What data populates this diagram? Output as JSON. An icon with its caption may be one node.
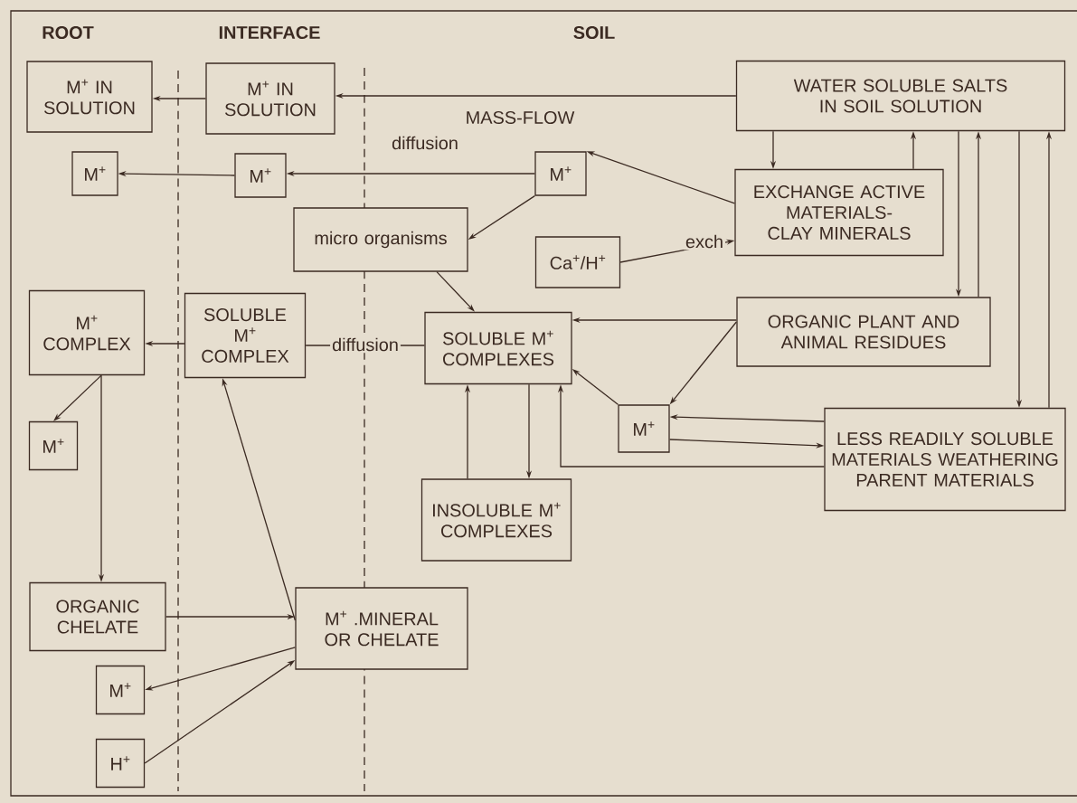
{
  "diagram": {
    "nodes": [
      {
        "text": [
          "M$^{+}$ IN SOLUTION"
        ]
      },
      {
        "text": [
          "M$^{+}$ IN SOLUTION"
        ]
      },
      {
        "text": [
          "WATER SOLUBLE SALTS IN SOIL SOLUTION"
        ]
      },
      {
        "text": [
          "M$^{+}$"
        ]
      },
      {
        "text": [
          "M$^{+}$"
        ]
      },
      {
        "text": [
          "M$^{+}$"
        ]
      },
      {
        "text": [
          "EXCHANGE ACTIVE MATERIALS-CLAY MINERALS"
        ]
      },
      {
        "text": [
          "micro organisms"
        ]
      },
      {
        "text": [
          "Ca$^{+}$/H$^{+}$"
        ]
      },
      {
        "text": [
          "M$^{+}$ COMPLEX"
        ]
      },
      {
        "text": [
          "SOLUBLE M$^{+}$ COMPLEX"
        ]
      },
      {
        "text": [
          "SOLUBLE M$^{+}$ COMPLEXES"
        ]
      },
      {
        "text": [
          "ORGANIC PLANT AND ANIMAL RESIDUES"
        ]
      },
      {
        "text": [
          "M$^{+}$"
        ]
      },
      {
        "text": [
          "M$^{+}$"
        ]
      },
      {
        "text": [
          "LESS READILY SOLUBLE MATERIALS WEATHERING PARENT MATERIALS"
        ]
      },
      {
        "text": [
          "INSOLUBLE M$^{+}$ COMPLEXES"
        ]
      },
      {
        "text": [
          "ORGANIC CHELATE"
        ]
      },
      {
        "text": [
          "M$^{+}$ .MINERAL OR CHELATE"
        ]
      },
      {
        "text": [
          "M$^{+}$"
        ]
      },
      {
        "text": [
          "H$^{+}$"
        ]
      }
    ],
    "edges": [
      {
        "from": 1,
        "to": 0,
        "arrow": "to"
      },
      {
        "from": 2,
        "to": 1,
        "arrow": "to",
        "label": "MASS-FLOW"
      },
      {
        "from": 5,
        "to": 4,
        "arrow": "to",
        "label": "diffusion"
      },
      {
        "from": 4,
        "to": 3,
        "arrow": "to"
      },
      {
        "from": 5,
        "to": 7,
        "arrow": "to"
      },
      {
        "from": 6,
        "to": 5,
        "arrow": "to"
      },
      {
        "from": 8,
        "to": 6,
        "arrow": "to",
        "label": "exch"
      },
      {
        "from": 2,
        "to": 6,
        "arrow": "to"
      },
      {
        "from": 6,
        "to": 2,
        "arrow": "to"
      },
      {
        "from": 2,
        "to": 12,
        "arrow": "to"
      },
      {
        "from": 12,
        "to": 2,
        "arrow": "to"
      },
      {
        "from": 2,
        "to": 15,
        "arrow": "to"
      },
      {
        "from": 15,
        "to": 2,
        "arrow": "to"
      },
      {
        "from": 7,
        "to": 11,
        "arrow": "to"
      },
      {
        "from": 11,
        "to": 10,
        "arrow": "none",
        "label": "diffusion"
      },
      {
        "from": 10,
        "to": 9,
        "arrow": "to"
      },
      {
        "from": 12,
        "to": 11,
        "arrow": "to"
      },
      {
        "from": 12,
        "to": 14,
        "arrow": "to"
      },
      {
        "from": 14,
        "to": 11,
        "arrow": "to"
      },
      {
        "from": 15,
        "to": 14,
        "arrow": "to"
      },
      {
        "from": 14,
        "to": 15,
        "arrow": "to"
      },
      {
        "from": 15,
        "to": 11,
        "arrow": "to"
      },
      {
        "from": 16,
        "to": 11,
        "arrow": "to"
      },
      {
        "from": 11,
        "to": 16,
        "arrow": "to"
      },
      {
        "from": 9,
        "to": 13,
        "arrow": "to"
      },
      {
        "from": 9,
        "to": 17,
        "arrow": "to"
      },
      {
        "from": 17,
        "to": 18,
        "arrow": "to"
      },
      {
        "from": 18,
        "to": 10,
        "arrow": "to"
      },
      {
        "from": 18,
        "to": 19,
        "arrow": "to"
      },
      {
        "from": 20,
        "to": 18,
        "arrow": "to"
      }
    ],
    "labels": [
      "ROOT",
      "INTERFACE",
      "SOIL"
    ]
  }
}
